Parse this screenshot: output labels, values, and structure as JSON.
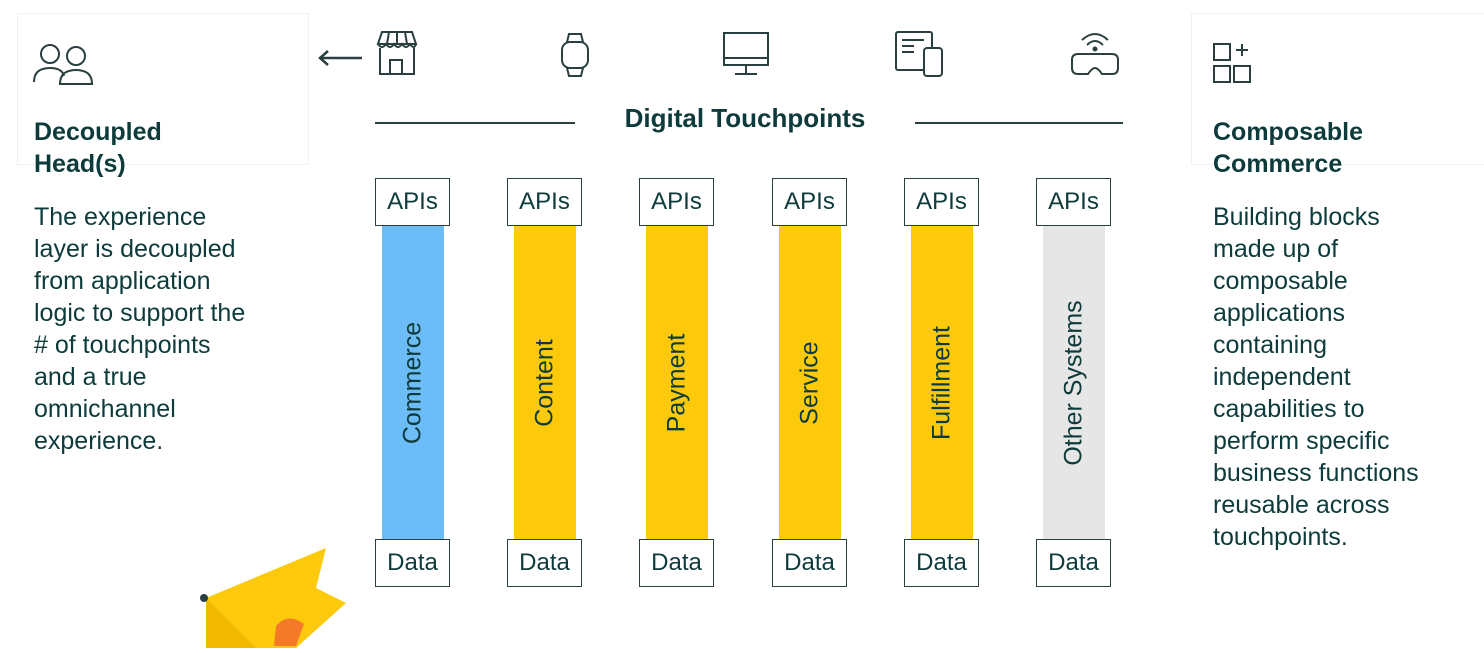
{
  "left_panel": {
    "title": "Decoupled Head(s)",
    "title_lines": [
      "Decoupled",
      "Head(s)"
    ],
    "text_lines": [
      "The experience",
      "layer is decoupled",
      "from application",
      "logic to support the",
      "# of touchpoints",
      "and a true",
      "omnichannel",
      "experience."
    ],
    "icon": "users-icon"
  },
  "right_panel": {
    "title_lines": [
      "Composable",
      "Commerce"
    ],
    "text_lines": [
      "Building blocks",
      "made up of",
      "composable",
      "applications",
      "containing",
      "independent",
      "capabilities to",
      "perform specific",
      "business functions",
      "reusable across",
      "touchpoints."
    ],
    "icon": "composable-blocks-icon"
  },
  "touchpoints": {
    "title": "Digital Touchpoints",
    "icons": [
      "store-icon",
      "smartwatch-icon",
      "desktop-icon",
      "tablet-phone-icon",
      "vr-headset-icon"
    ],
    "arrow_icon": "arrow-left-icon"
  },
  "columns": [
    {
      "top": "APIs",
      "label": "Commerce",
      "bottom": "Data",
      "color": "#6cbcf8"
    },
    {
      "top": "APIs",
      "label": "Content",
      "bottom": "Data",
      "color": "#fcca0a"
    },
    {
      "top": "APIs",
      "label": "Payment",
      "bottom": "Data",
      "color": "#fcca0a"
    },
    {
      "top": "APIs",
      "label": "Service",
      "bottom": "Data",
      "color": "#fcca0a"
    },
    {
      "top": "APIs",
      "label": "Fulfillment",
      "bottom": "Data",
      "color": "#fcca0a"
    },
    {
      "top": "APIs",
      "label": "Other Systems",
      "bottom": "Data",
      "color": "#e6e6e6"
    }
  ],
  "colors": {
    "text": "#0d3a3a",
    "accent_yellow": "#fcca0a",
    "accent_blue": "#6cbcf8",
    "accent_orange": "#f47a2a"
  }
}
